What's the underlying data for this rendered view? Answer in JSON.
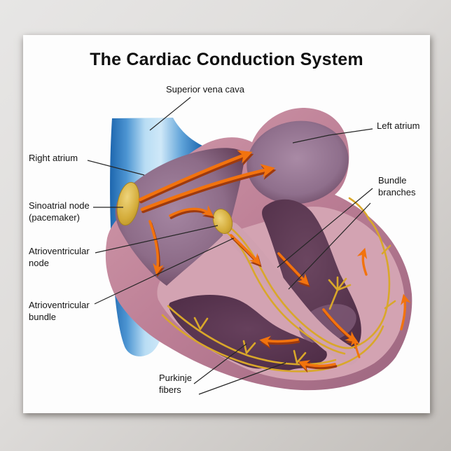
{
  "poster": {
    "title": "The Cardiac Conduction System",
    "labels": {
      "superior_vena_cava": "Superior vena cava",
      "left_atrium": "Left atrium",
      "right_atrium": "Right atrium",
      "sinoatrial_node_line1": "Sinoatrial node",
      "sinoatrial_node_line2": "(pacemaker)",
      "atrioventricular_node_line1": "Atrioventricular",
      "atrioventricular_node_line2": "node",
      "atrioventricular_bundle_line1": "Atrioventricular",
      "atrioventricular_bundle_line2": "bundle",
      "bundle_branches_line1": "Bundle",
      "bundle_branches_line2": "branches",
      "purkinje_fibers_line1": "Purkinje",
      "purkinje_fibers_line2": "fibers"
    },
    "colors": {
      "background_top": "#e7e6e5",
      "background_bottom": "#c2beba",
      "poster_bg": "#fdfdfd",
      "title_text": "#101010",
      "label_text": "#141414",
      "leader_line": "#252525",
      "heart_wall": "#bd8096",
      "heart_wall_light": "#d3a3b2",
      "atrium_chamber": "#8d6c88",
      "chamber_dark": "#5b3750",
      "ventricle_dark": "#4f2c46",
      "vessel_blue": "#2d7ec6",
      "vessel_blue_light": "#cfe8f8",
      "node_gold": "#d4ac3a",
      "impulse_orange": "#f2730e",
      "impulse_shadow": "#9e3a0e",
      "fiber_yellow": "#d9a72a"
    }
  }
}
